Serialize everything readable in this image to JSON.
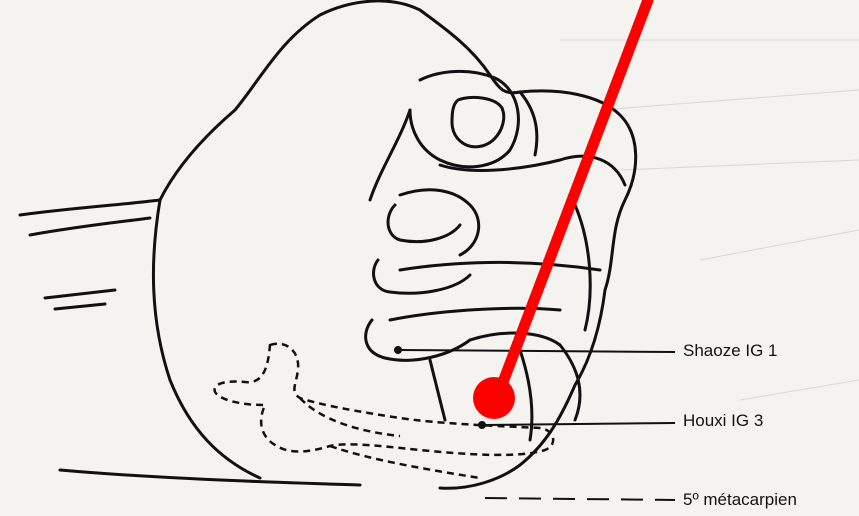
{
  "figure": {
    "labels": {
      "shaoze": "Shaoze IG 1",
      "houxi": "Houxi IG 3",
      "metacarpal": "5º métacarpien"
    },
    "colors": {
      "ink": "#111111",
      "paper": "#f4f3f0",
      "pointer": "#ff0000"
    }
  }
}
